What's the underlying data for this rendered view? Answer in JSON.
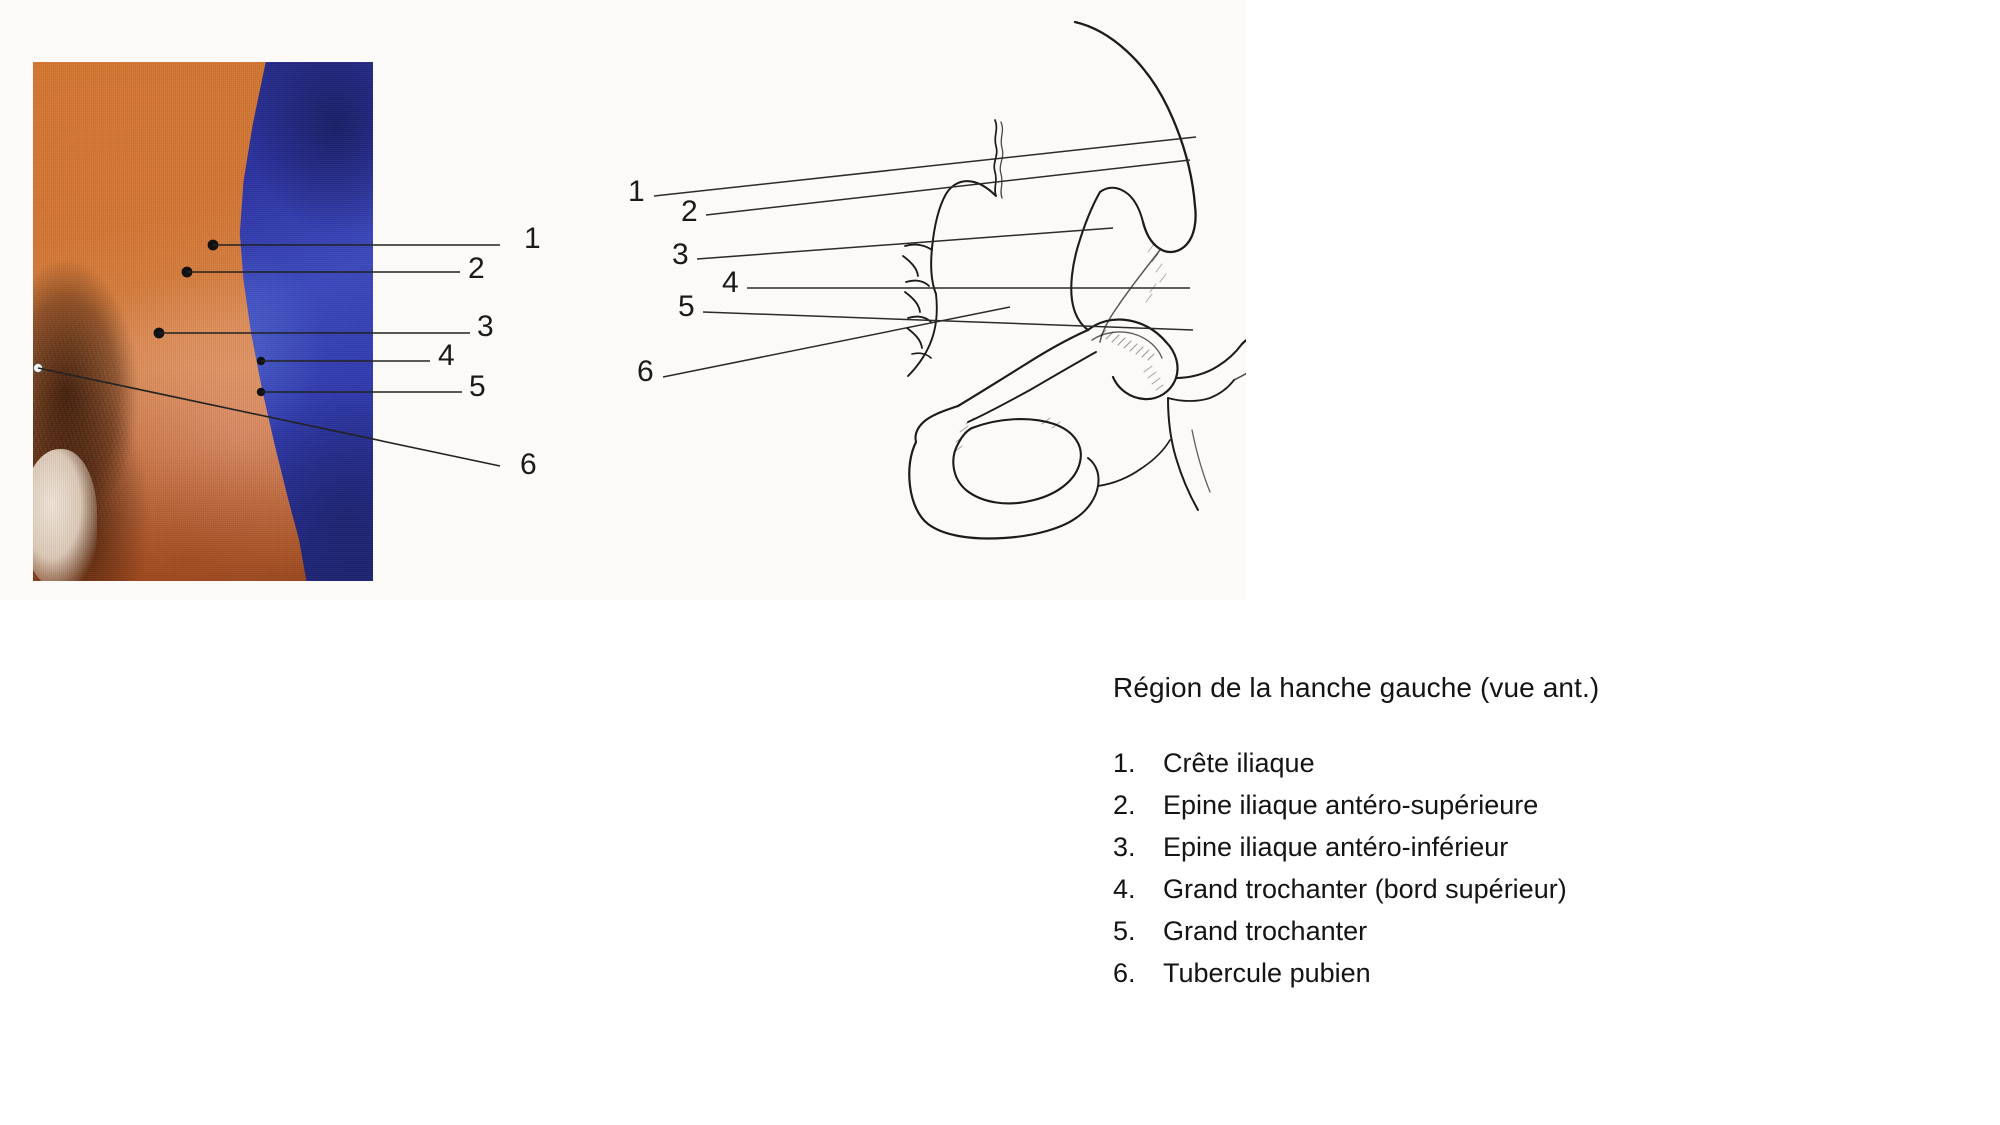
{
  "figure": {
    "photo_alt": "clinical-photograph-left-hip-anterior-view",
    "drawing_alt": "line-drawing-left-hip-bone-anterior-view",
    "photo_markers": [
      "1",
      "2",
      "3",
      "4",
      "5",
      "6"
    ],
    "drawing_markers": [
      "1",
      "2",
      "3",
      "4",
      "5",
      "6"
    ]
  },
  "legend": {
    "title": "Région de la hanche gauche (vue ant.)",
    "items": [
      {
        "num": "1.",
        "text": "Crête iliaque"
      },
      {
        "num": "2.",
        "text": "Epine iliaque antéro-supérieure"
      },
      {
        "num": "3.",
        "text": "Epine iliaque antéro-inférieur"
      },
      {
        "num": "4.",
        "text": "Grand trochanter (bord supérieur)"
      },
      {
        "num": "5.",
        "text": "Grand trochanter"
      },
      {
        "num": "6.",
        "text": "Tubercule pubien"
      }
    ]
  },
  "colors": {
    "page_background": "#ffffff",
    "panel_background": "#fbfaf8",
    "skin": "#d2762f",
    "drape_blue": "#2f3aad",
    "ink": "#1a1a1a",
    "leader_line": "#222222"
  }
}
